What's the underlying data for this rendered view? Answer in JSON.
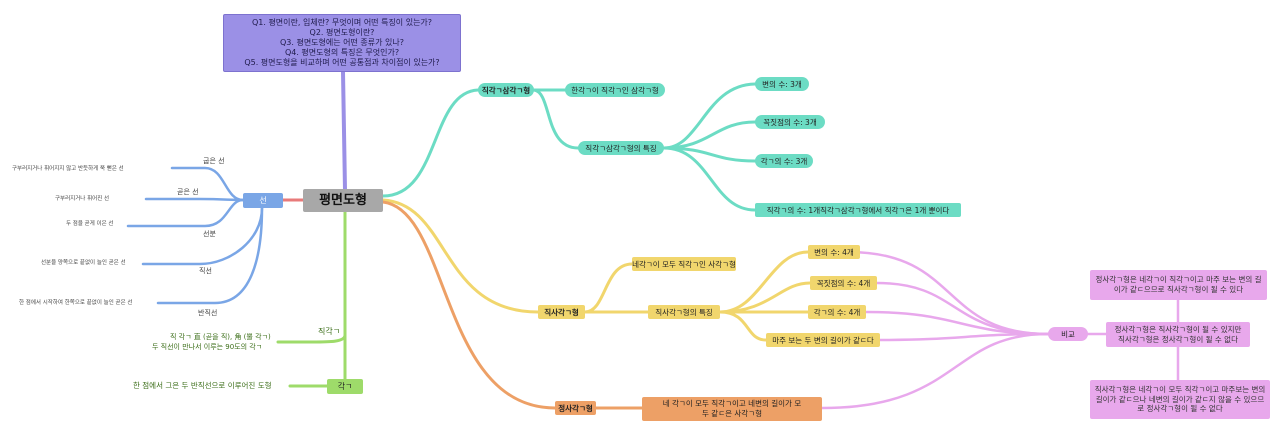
{
  "questions": [
    "Q1. 평면이란, 입체란? 무엇이며 어떤 특징이 있는가?",
    "Q2. 평면도형이란?",
    "Q3. 평면도형에는 어떤 종류가 있나?",
    "Q4. 평면도형의 특징은 무엇인가?",
    "Q5. 평면도형을 비교하며 어떤 공통점과 차이점이 있는가?"
  ],
  "root": "평면도형",
  "line": {
    "label": "선",
    "items": [
      {
        "name": "굽은 선",
        "desc": "구부러지거나 휘어지지 않고 반듯하게 쭉 뻗은 선"
      },
      {
        "name": "곧은 선",
        "desc": "구부러지거나 휘어진 선"
      },
      {
        "name": "선분",
        "desc": "두 점을 곧게 이은 선"
      },
      {
        "name": "직선",
        "desc": "선분을 양쪽으로 끝없이 늘인 곧은 선"
      },
      {
        "name": "반직선",
        "desc": "한 점에서 시작하여 한쪽으로 끝없이 늘인 곧은 선"
      }
    ]
  },
  "angle": {
    "label": "각ㄱ",
    "sub_label": "직각ㄱ",
    "sub_desc_1": "직 각ㄱ 直 (곧을 직), 角 (뿔 각ㄱ)",
    "sub_desc_2": "두 직선이 만나서 이루는 90도의 각ㄱ",
    "desc": "한 점에서 그은 두 반직선으로 이루어진 도형"
  },
  "triangle": {
    "label": "직각ㄱ삼각ㄱ형",
    "def": "한각ㄱ이 직각ㄱ인 삼각ㄱ형",
    "feature_label": "직각ㄱ삼각ㄱ형의 특징",
    "features": [
      "변의 수: 3개",
      "꼭짓점의 수: 3개",
      "각ㄱ의 수: 3개",
      "직각ㄱ의 수: 1개직각ㄱ삼각ㄱ형에서 직각ㄱ은 1개 뿐이다"
    ]
  },
  "rectangle": {
    "label": "직사각ㄱ형",
    "def": "네각ㄱ이 모두 직각ㄱ인 사각ㄱ형",
    "feature_label": "직사각ㄱ형의 특징",
    "features": [
      "변의 수: 4개",
      "꼭짓점의 수: 4개",
      "각ㄱ의 수: 4개",
      "마주 보는 두 변의 길이가 같ㄷ다"
    ]
  },
  "square": {
    "label": "정사각ㄱ형",
    "def": "네 각ㄱ이 모두 직각ㄱ이고 네변의 길이가 모두 같ㄷ은 사각ㄱ형"
  },
  "compare": {
    "label": "비교",
    "items": [
      "정사각ㄱ형은 네각ㄱ이 직각ㄱ이고 마주 보는 변의 길이가 같ㄷ으므로 직사각ㄱ형이 될 수 있다",
      "정사각ㄱ형은 직사각ㄱ형이 될 수 있지만 직사각ㄱ형은 정사각ㄱ형이 될 수 없다",
      "직사각ㄱ형은 네각ㄱ이 모두 직각ㄱ이고 마주보는 변의 길이가 같ㄷ으나 네변의 길이가 같ㄷ지 않을 수 있으므로 정사각ㄱ형이 될 수 없다"
    ]
  },
  "colors": {
    "question": "#9b90e6",
    "root": "#a8a8a8",
    "line": "#7aa6e6",
    "angle": "#9edb6a",
    "triangle": "#6cdcc4",
    "rectangle": "#f1d66d",
    "square": "#eda066",
    "compare": "#e8a8ec"
  }
}
